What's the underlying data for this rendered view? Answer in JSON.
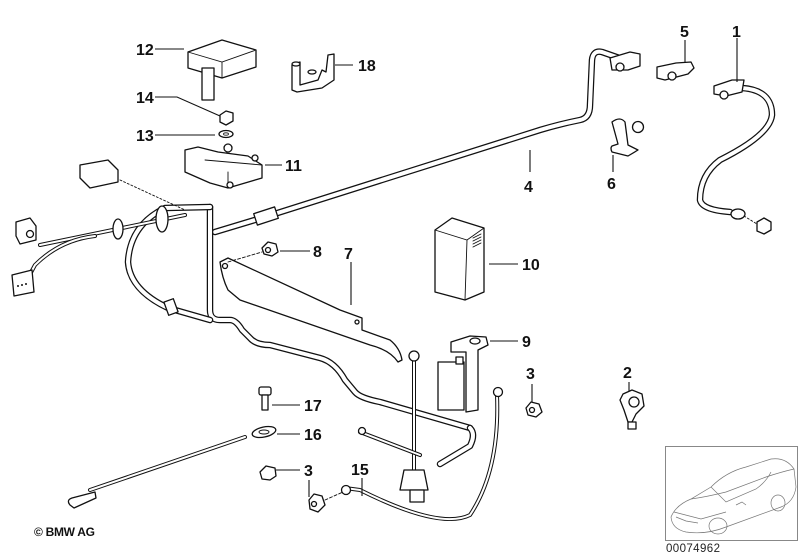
{
  "diagram": {
    "type": "exploded parts diagram",
    "subject": "battery cable / wiring set",
    "callouts": [
      {
        "id": "c1",
        "label": "1",
        "part": "battery-positive-cable-with-terminal-clamp"
      },
      {
        "id": "c2",
        "label": "2",
        "part": "terminal-connector"
      },
      {
        "id": "c3a",
        "label": "3",
        "part": "nut"
      },
      {
        "id": "c3b",
        "label": "3",
        "part": "nut"
      },
      {
        "id": "c3c",
        "label": "3",
        "part": "nut"
      },
      {
        "id": "c4",
        "label": "4",
        "part": "battery-cable-main"
      },
      {
        "id": "c5",
        "label": "5",
        "part": "battery-terminal-clamp"
      },
      {
        "id": "c6",
        "label": "6",
        "part": "terminal-bracket"
      },
      {
        "id": "c7",
        "label": "7",
        "part": "cable-cover-trim"
      },
      {
        "id": "c8",
        "label": "8",
        "part": "expanding-nut"
      },
      {
        "id": "c9",
        "label": "9",
        "part": "holder-bracket"
      },
      {
        "id": "c10",
        "label": "10",
        "part": "cover-cap"
      },
      {
        "id": "c11",
        "label": "11",
        "part": "junction-block"
      },
      {
        "id": "c12",
        "label": "12",
        "part": "cover-cap"
      },
      {
        "id": "c13",
        "label": "13",
        "part": "washer"
      },
      {
        "id": "c14",
        "label": "14",
        "part": "hex-nut"
      },
      {
        "id": "c15",
        "label": "15",
        "part": "ground-cable"
      },
      {
        "id": "c16",
        "label": "16",
        "part": "ground-strap"
      },
      {
        "id": "c17",
        "label": "17",
        "part": "hex-bolt"
      },
      {
        "id": "c18",
        "label": "18",
        "part": "holder"
      }
    ]
  },
  "footer": {
    "copyright": "© BMW AG",
    "reference_number": "00074962"
  },
  "thumbnail": {
    "subject": "car-outline",
    "description": "vehicle location thumbnail"
  }
}
